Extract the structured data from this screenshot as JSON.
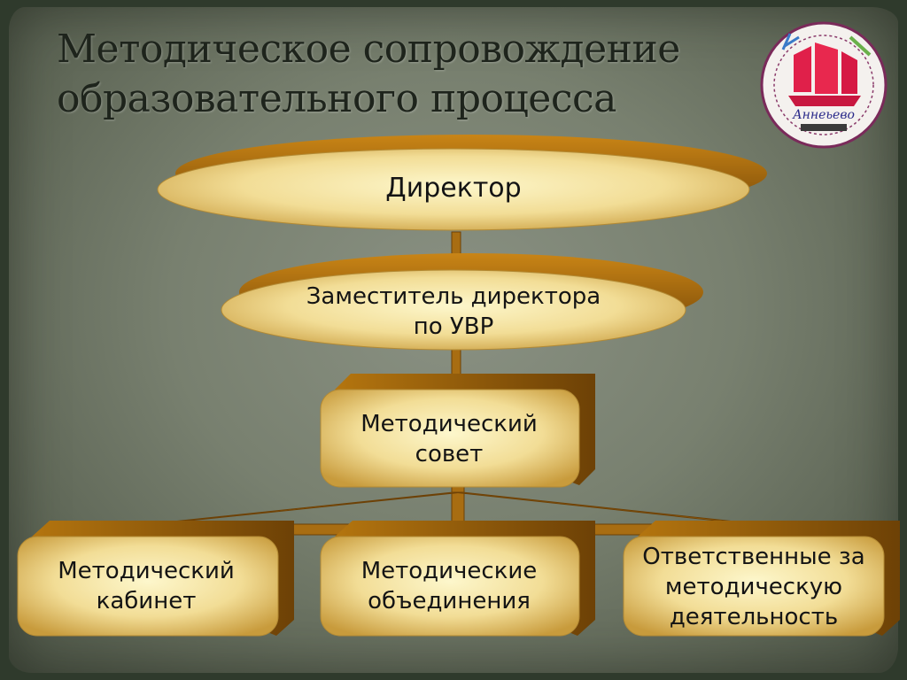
{
  "title": {
    "line1": "Методическое сопровождение",
    "line2": "образовательного процесса"
  },
  "nodes": {
    "director": {
      "text": "Директор"
    },
    "deputy": {
      "line1": "Заместитель директора",
      "line2": "по УВР"
    },
    "council": {
      "line1": "Методический",
      "line2": "совет"
    },
    "cabinet": {
      "line1": "Методический",
      "line2": "кабинет"
    },
    "associations": {
      "line1": "Методические",
      "line2": "объединения"
    },
    "responsible": {
      "line1": "Ответственные за",
      "line2": "методическую",
      "line3": "деятельность"
    }
  },
  "logo": {
    "text": "Аннеьево"
  },
  "colors": {
    "gold_light": "#fbf2b8",
    "gold_mid": "#e2c470",
    "gold_dark": "#8a5a12",
    "bronze": "#a86d12",
    "background": "#78806f"
  }
}
